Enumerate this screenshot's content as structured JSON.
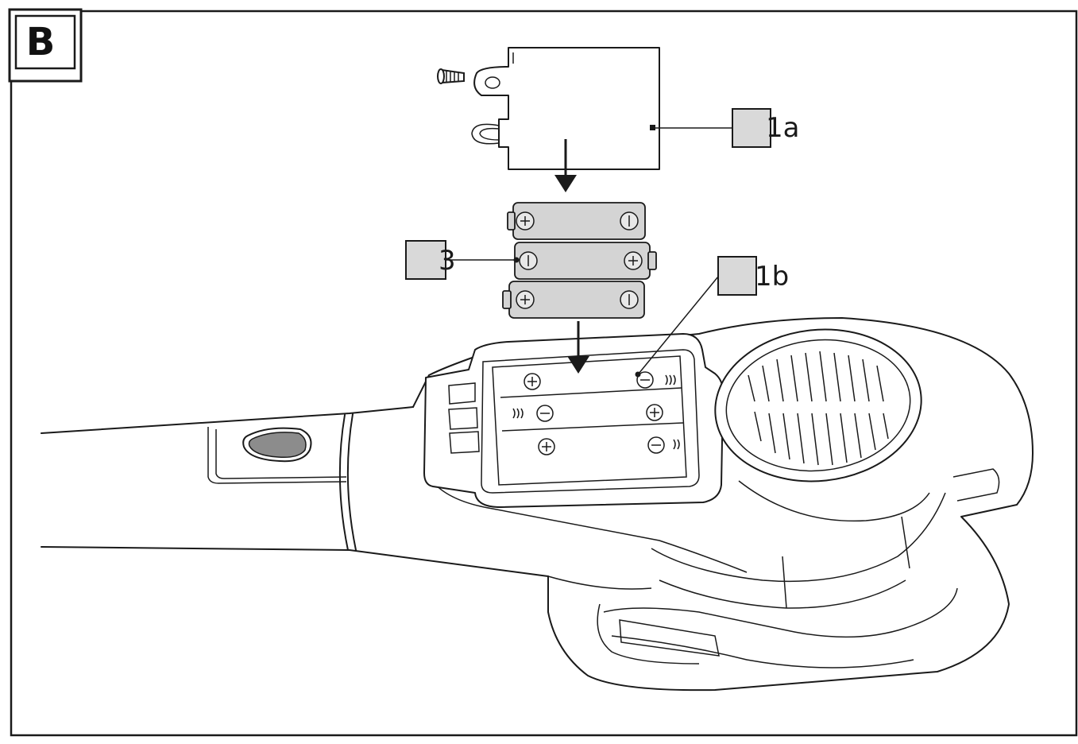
{
  "figure": {
    "label": "B",
    "callouts": {
      "c1a": "1a",
      "c3": "3",
      "c1b": "1b"
    },
    "battery_symbols": {
      "plus": "+",
      "minus": "−"
    },
    "colors": {
      "line": "#1a1a1a",
      "callout_fill": "#d9d9d9",
      "battery_fill": "#d4d4d4",
      "button_fill": "#8c8c8c"
    }
  }
}
